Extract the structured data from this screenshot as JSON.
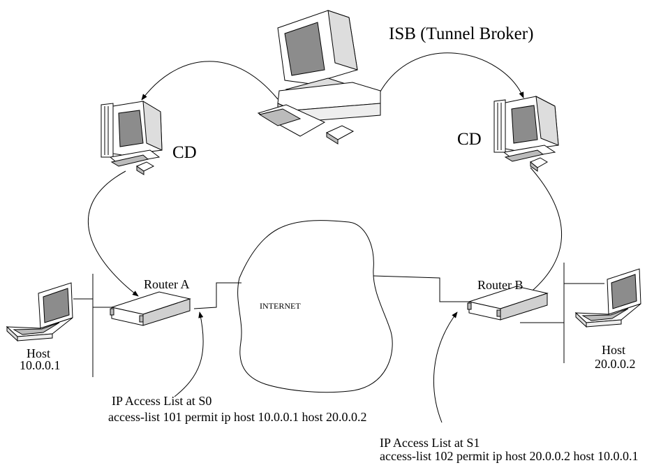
{
  "labels": {
    "isb": "ISB (Tunnel Broker)",
    "cd_left": "CD",
    "cd_right": "CD",
    "router_a": "Router A",
    "router_b": "Router B",
    "internet": "INTERNET",
    "host_left_name": "Host",
    "host_left_ip": "10.0.0.1",
    "host_right_name": "Host",
    "host_right_ip": "20.0.0.2",
    "acl_s0_title": "IP Access List at S0",
    "acl_s0_rule": "access-list 101 permit ip host 10.0.0.1 host 20.0.0.2",
    "acl_s1_title": "IP Access List at S1",
    "acl_s1_rule": "access-list 102 permit ip host 20.0.0.2 host 10.0.0.1"
  },
  "icons": {
    "isb": "desktop-computer-icon",
    "cd": "desktop-computer-icon",
    "router": "router-icon",
    "host": "laptop-icon",
    "internet": "cloud-icon"
  },
  "colors": {
    "line": "#000000",
    "screen": "#8c8c8c",
    "panel": "#d0d0d0",
    "background": "#ffffff"
  }
}
